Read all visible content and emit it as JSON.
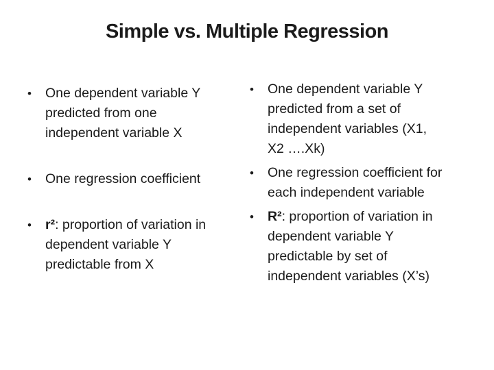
{
  "slide": {
    "title": "Simple vs. Multiple Regression",
    "bullet_glyph": "•",
    "colors": {
      "background": "#ffffff",
      "text": "#1b1b1b"
    },
    "columns": [
      {
        "name": "simple-regression",
        "bullets": [
          {
            "text": "One dependent variable Y\npredicted from one\nindependent variable X"
          },
          {
            "text": "One regression coefficient"
          },
          {
            "bold_prefix": "r²",
            "text": ": proportion of variation in\ndependent variable Y\npredictable from X"
          }
        ]
      },
      {
        "name": "multiple-regression",
        "bullets": [
          {
            "text": "One dependent variable Y\npredicted from a set of\nindependent variables (X1,\nX2 ….Xk)"
          },
          {
            "text": "One regression coefficient for\neach independent variable"
          },
          {
            "bold_prefix": "R²",
            "text": ": proportion of variation in\ndependent variable Y\npredictable by set of\nindependent variables (X’s)"
          }
        ]
      }
    ]
  }
}
